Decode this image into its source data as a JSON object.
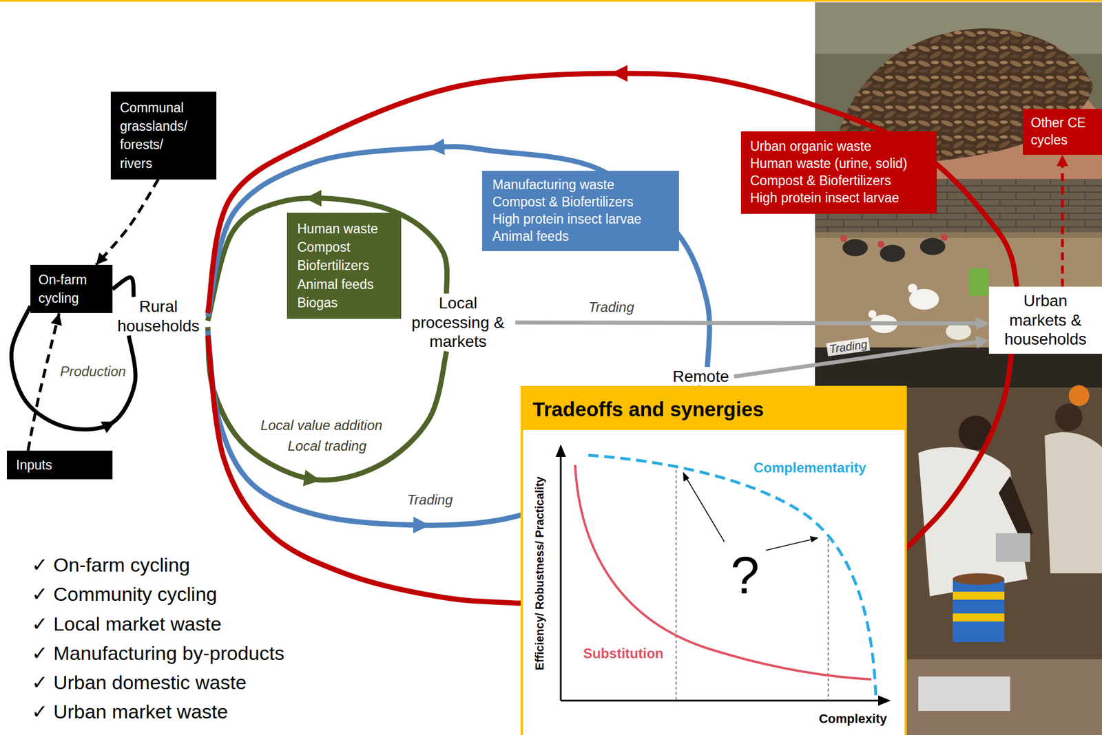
{
  "diagram": {
    "nodes": [
      {
        "text": [
          "Communal grasslands/ forests/ rivers"
        ]
      },
      {
        "text": [
          "On-farm cycling"
        ]
      },
      {
        "text": [
          "Rural households"
        ]
      },
      {
        "text": [
          "Inputs"
        ]
      },
      {
        "text": [
          "Human waste",
          "Compost",
          "Biofertilizers",
          "Animal feeds",
          "Biogas"
        ]
      },
      {
        "text": [
          "Local processing & markets"
        ]
      },
      {
        "text": [
          "Manufacturing waste",
          "Compost & Biofertilizers",
          "High protein insect larvae",
          "Animal feeds"
        ]
      },
      {
        "text": [
          "Urban organic waste",
          "Human waste (urine, solid)",
          "Compost & Biofertilizers",
          "High protein insect larvae"
        ]
      },
      {
        "text": [
          "Other CE cycles"
        ]
      },
      {
        "text": [
          "Urban markets & households"
        ]
      },
      {
        "text": [
          "Remote"
        ]
      },
      {
        "text": [
          "Tradeoffs and synergies"
        ]
      }
    ],
    "edges": [
      {
        "from": 0,
        "to": 1,
        "arrow": "to"
      },
      {
        "from": 3,
        "to": 1,
        "arrow": "to"
      },
      {
        "from": 1,
        "to": 2,
        "label": "Production",
        "arrow": "to"
      },
      {
        "from": 2,
        "to": 1,
        "arrow": "none"
      },
      {
        "from": 5,
        "to": 2,
        "arrow": "to"
      },
      {
        "from": 2,
        "to": 5,
        "label": "Local value addition",
        "arrow": "to"
      },
      {
        "from": 10,
        "to": 2,
        "arrow": "to"
      },
      {
        "from": 2,
        "to": 10,
        "label": "Trading",
        "arrow": "to"
      },
      {
        "from": 9,
        "to": 2,
        "arrow": "to"
      },
      {
        "from": 2,
        "to": 9,
        "arrow": "none"
      },
      {
        "from": 5,
        "to": 9,
        "label": "Trading",
        "arrow": "to"
      },
      {
        "from": 10,
        "to": 9,
        "label": "Trading",
        "arrow": "to"
      },
      {
        "from": 9,
        "to": 8,
        "arrow": "to"
      }
    ],
    "labels": [
      "Local trading",
      "✓ On-farm cycling",
      "✓ Community cycling",
      "✓ Local market waste",
      "✓ Manufacturing by-products",
      "✓ Urban domestic waste",
      "✓ Urban market waste",
      "Efficiency/ Robustness/ Practicality",
      "Complementarity",
      "?",
      "Substitution",
      "Complexity"
    ]
  }
}
